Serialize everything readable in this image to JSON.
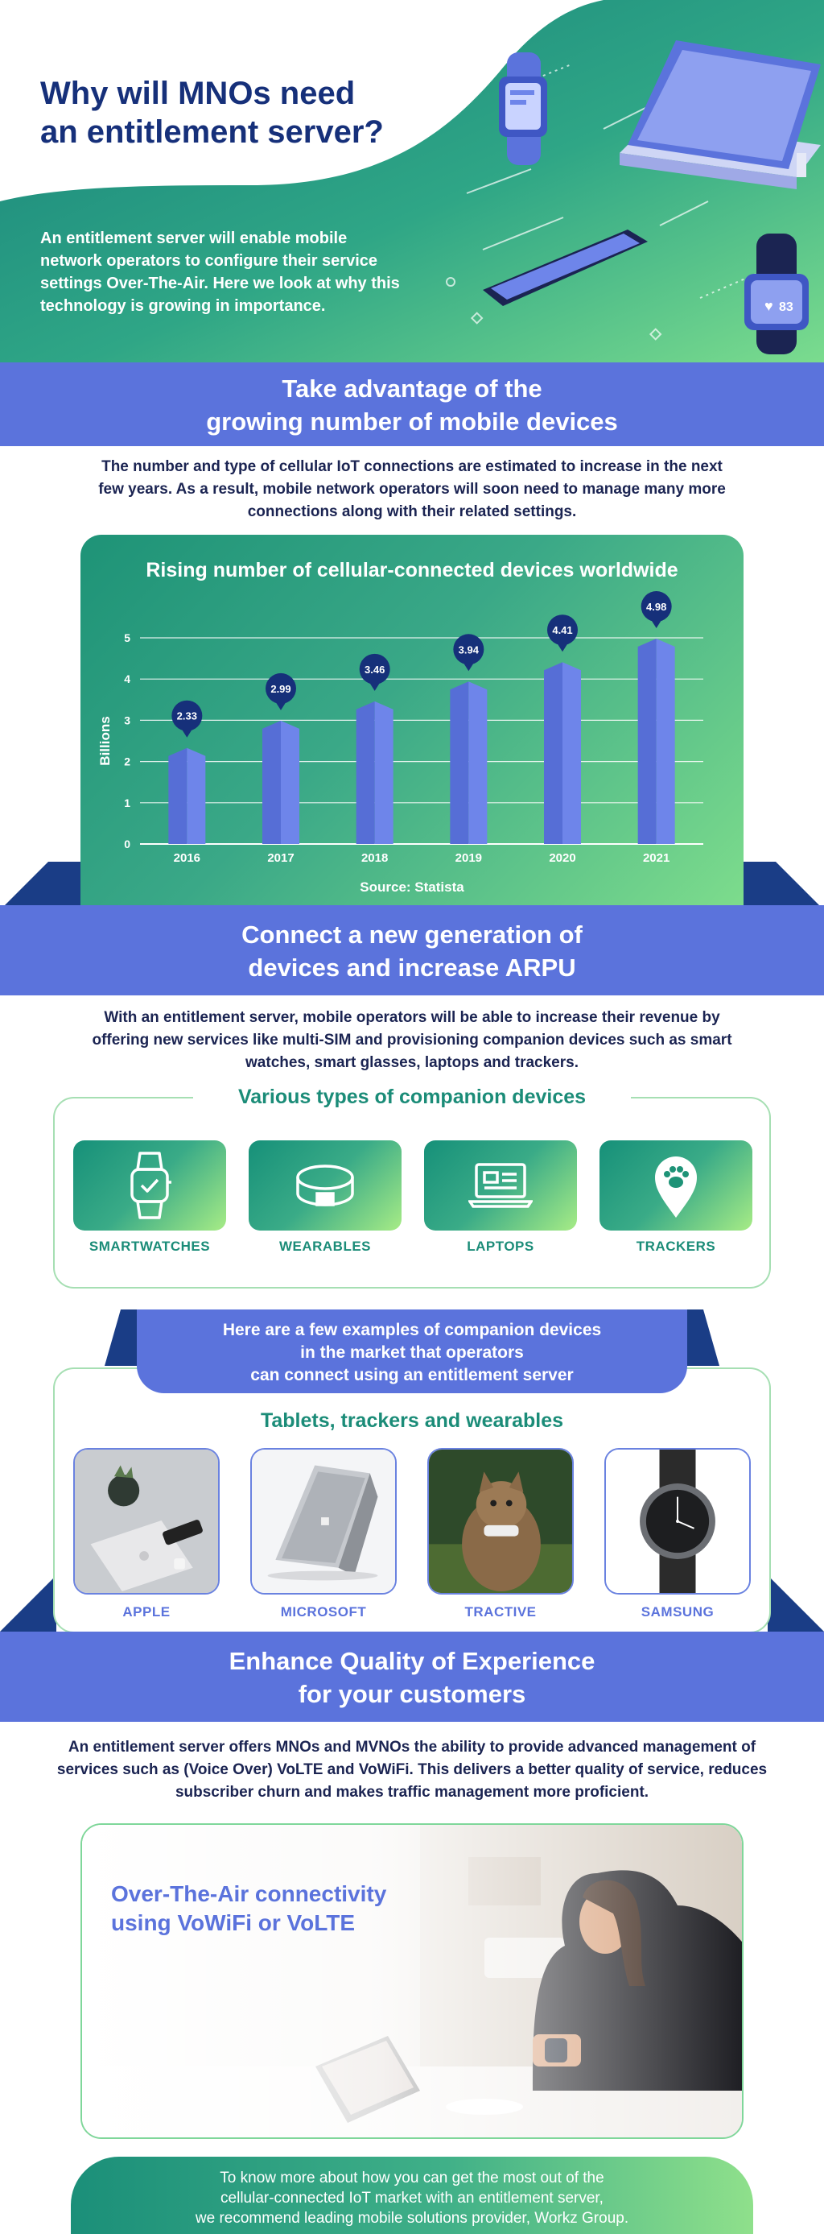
{
  "hero": {
    "title_line1": "Why will MNOs need",
    "title_line2": "an entitlement server?",
    "intro": "An entitlement server will enable mobile network operators to configure their service settings Over-The-Air. Here we look at why this technology is growing in importance.",
    "watch_reading": "83"
  },
  "section1": {
    "title_line1": "Take advantage of the",
    "title_line2": "growing number of mobile devices",
    "body": "The number and type of cellular IoT connections are estimated to increase in the next few years. As a result, mobile network operators will soon need to manage many more connections along with their related settings."
  },
  "chart_data": {
    "type": "bar",
    "title": "Rising number of cellular-connected devices worldwide",
    "ylabel": "Billions",
    "xlabel": "",
    "categories": [
      "2016",
      "2017",
      "2018",
      "2019",
      "2020",
      "2021"
    ],
    "values": [
      2.33,
      2.99,
      3.46,
      3.94,
      4.41,
      4.98
    ],
    "value_labels": [
      "2.33",
      "2.99",
      "3.46",
      "3.94",
      "4.41",
      "4.98"
    ],
    "yticks": [
      "0",
      "1",
      "2",
      "3",
      "4",
      "5"
    ],
    "ylim": [
      0,
      5
    ],
    "grid": true,
    "source": "Source: Statista",
    "colors": {
      "bar": "#6e85ea",
      "bar_side": "#566ed6",
      "label": "#16307a"
    }
  },
  "section2": {
    "title_line1": "Connect a new generation of",
    "title_line2": "devices and increase ARPU",
    "body": "With an entitlement server, mobile operators will be able to increase their revenue by offering new services like multi-SIM and provisioning companion devices such as smart watches, smart glasses, laptops and trackers.",
    "types_title": "Various types of companion devices",
    "types": [
      {
        "label": "SMARTWATCHES",
        "icon": "smartwatch-icon"
      },
      {
        "label": "WEARABLES",
        "icon": "wearable-band-icon"
      },
      {
        "label": "LAPTOPS",
        "icon": "laptop-icon"
      },
      {
        "label": "TRACKERS",
        "icon": "paw-tracker-icon"
      }
    ],
    "examples_line1": "Here are a few examples of companion devices",
    "examples_line2": "in the market that operators",
    "examples_line3": "can connect using an entitlement server",
    "examples_title": "Tablets, trackers and wearables",
    "brands": [
      "APPLE",
      "MICROSOFT",
      "TRACTIVE",
      "SAMSUNG"
    ]
  },
  "section3": {
    "title_line1": "Enhance Quality of Experience",
    "title_line2": "for your customers",
    "body": "An entitlement server offers MNOs and MVNOs the ability to provide advanced management of services such as (Voice Over) VoLTE and VoWiFi. This delivers a better quality of service, reduces subscriber churn and makes traffic management more proficient.",
    "card_line1": "Over-The-Air connectivity",
    "card_line2": "using VoWiFi or VoLTE"
  },
  "footer": {
    "line1": "To know more about how you can get the most out of the",
    "line2": "cellular-connected IoT market with an entitlement server,",
    "line3": "we recommend leading mobile solutions provider, Workz Group."
  }
}
